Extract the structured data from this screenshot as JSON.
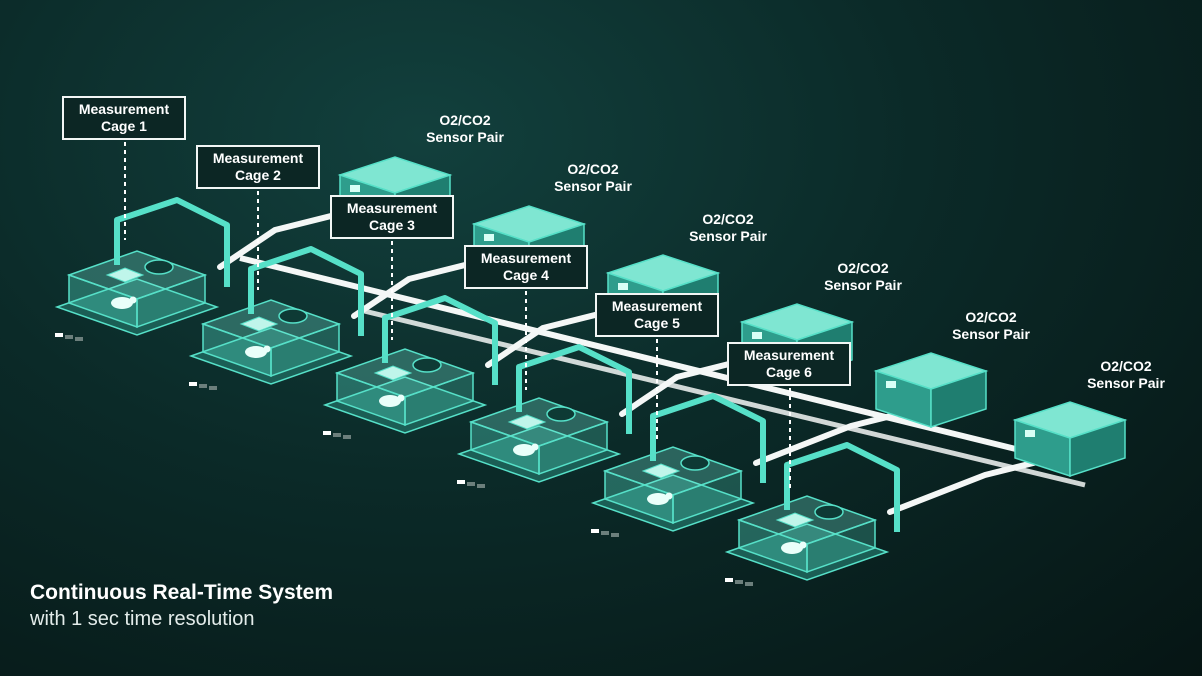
{
  "caption": {
    "title": "Continuous Real-Time System",
    "subtitle": "with 1 sec time resolution"
  },
  "cages": [
    {
      "line1": "Measurement",
      "line2": "Cage 1"
    },
    {
      "line1": "Measurement",
      "line2": "Cage 2"
    },
    {
      "line1": "Measurement",
      "line2": "Cage 3"
    },
    {
      "line1": "Measurement",
      "line2": "Cage 4"
    },
    {
      "line1": "Measurement",
      "line2": "Cage 5"
    },
    {
      "line1": "Measurement",
      "line2": "Cage 6"
    }
  ],
  "sensors": [
    {
      "line1": "O2/CO2",
      "line2": "Sensor Pair"
    },
    {
      "line1": "O2/CO2",
      "line2": "Sensor Pair"
    },
    {
      "line1": "O2/CO2",
      "line2": "Sensor Pair"
    },
    {
      "line1": "O2/CO2",
      "line2": "Sensor Pair"
    },
    {
      "line1": "O2/CO2",
      "line2": "Sensor Pair"
    },
    {
      "line1": "O2/CO2",
      "line2": "Sensor Pair"
    }
  ],
  "colors": {
    "background": "#0b2a28",
    "accent": "#56e0c8",
    "cable": "#f4f7f6",
    "label_border": "#f2f6f5"
  }
}
